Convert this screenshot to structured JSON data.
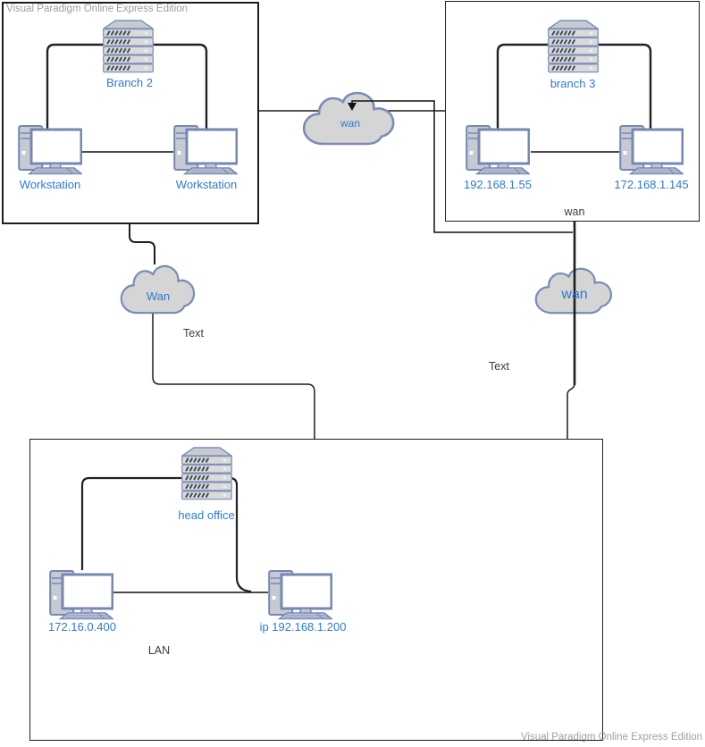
{
  "watermark": {
    "top": "Visual Paradigm Online Express Edition",
    "bottom": "Visual Paradigm Online Express Edition"
  },
  "branch2": {
    "server_label": "Branch 2",
    "workstation1": "Workstation",
    "workstation2": "Workstation"
  },
  "branch3": {
    "server_label": "branch 3",
    "workstation1": "192.168.1.55",
    "workstation2": "172.168.1.145",
    "zone_label": "wan"
  },
  "head_office": {
    "server_label": "head office",
    "workstation1": "172.16.0.400",
    "workstation2": "ip 192.168.1.200",
    "zone_label": "LAN"
  },
  "clouds": {
    "middle": "wan",
    "left": "Wan",
    "right": "wan"
  },
  "annotations": {
    "left_text": "Text",
    "right_text": "Text"
  },
  "colors": {
    "label_blue": "#2d7ad3",
    "plain_label": "#3c3c3c",
    "watermark_gray": "#9aa0a6",
    "cloud_fill": "#d5d5d5",
    "cloud_stroke": "#7a8cb8",
    "icon_stroke": "#7588b4",
    "icon_gray": "#c6cad2",
    "line_black": "#1d1d1d"
  }
}
